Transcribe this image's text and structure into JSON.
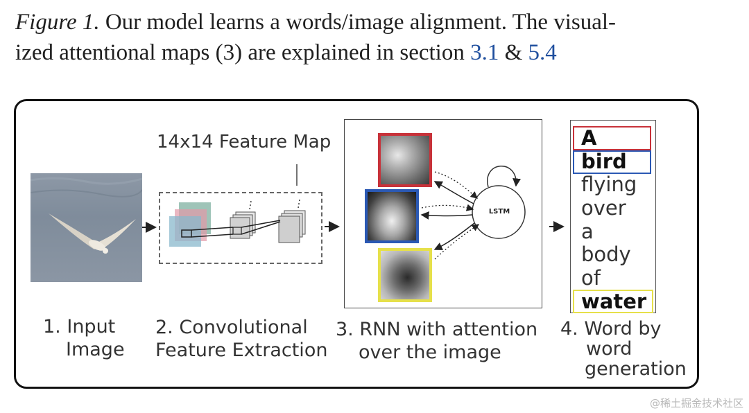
{
  "caption": {
    "figure_label": "Figure 1.",
    "text_main": " Our model learns a words/image alignment. The visual-",
    "text_line2": "ized attentional maps (3) are explained in section ",
    "ref1": "3.1",
    "amp": " & ",
    "ref2": "5.4"
  },
  "feature_map_title": "14x14 Feature Map",
  "lstm_label": "LSTM",
  "steps": [
    {
      "num": "1.",
      "lines": [
        "Input",
        "Image"
      ]
    },
    {
      "num": "2.",
      "lines": [
        "Convolutional",
        "Feature Extraction"
      ]
    },
    {
      "num": "3.",
      "lines": [
        "RNN with attention",
        "over the image"
      ]
    },
    {
      "num": "4.",
      "lines": [
        "Word by",
        "word",
        "generation"
      ]
    }
  ],
  "words": [
    "A",
    "bird",
    "flying",
    "over",
    "a",
    "body",
    "of",
    "water"
  ],
  "highlight_colors": {
    "red": "#c8323a",
    "blue": "#2b59b4",
    "yellow": "#e6e04a"
  },
  "watermark": "@稀土掘金技术社区"
}
